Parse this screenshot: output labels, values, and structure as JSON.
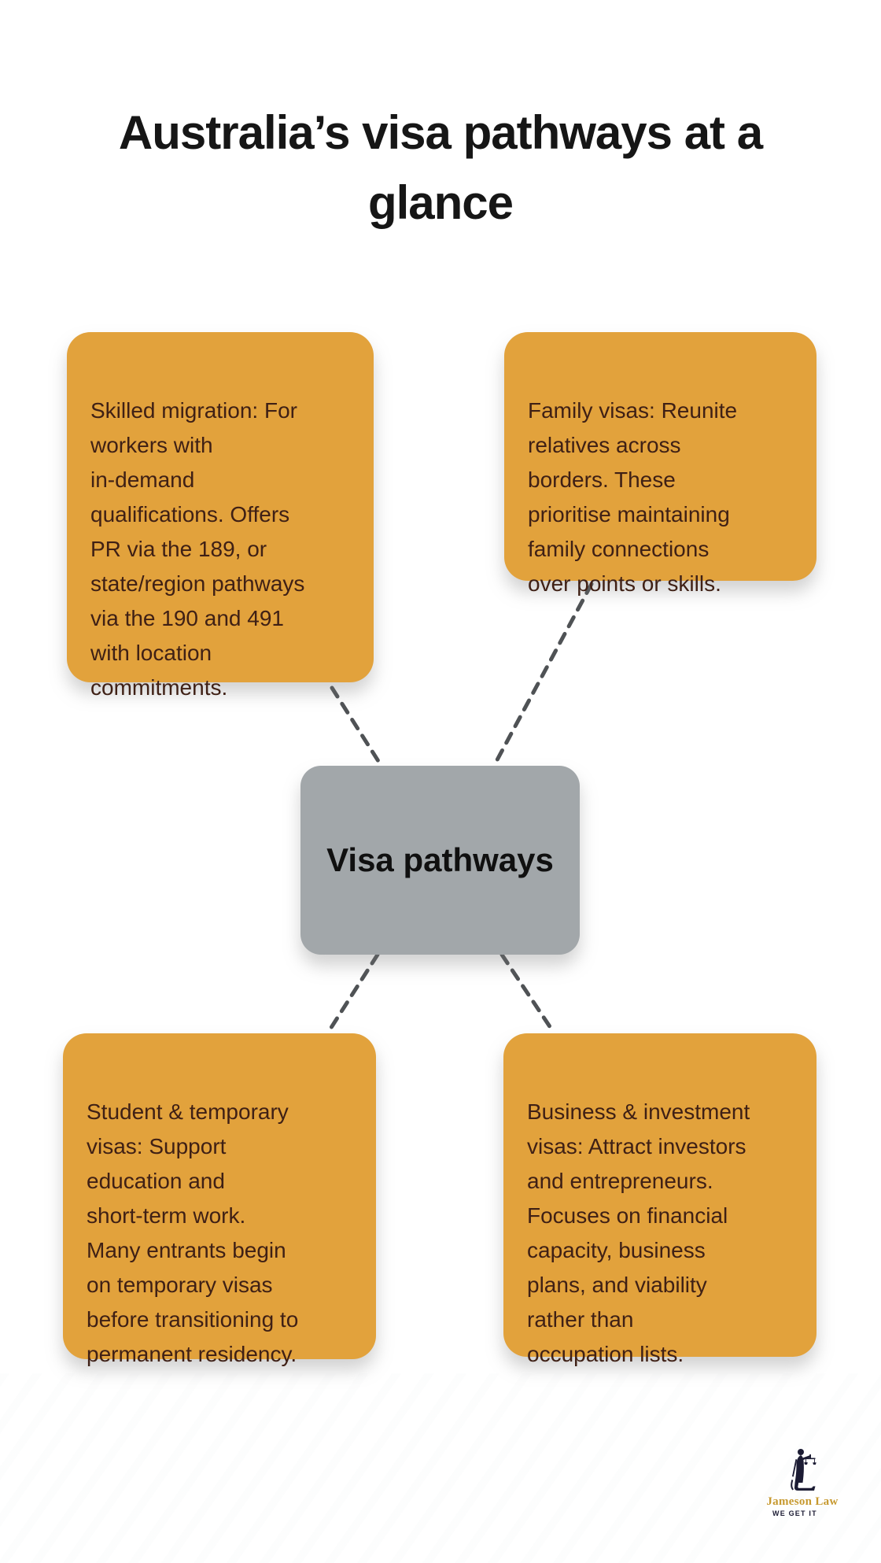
{
  "title": "Australia’s visa pathways at a\nglance",
  "center": {
    "label": "Visa pathways"
  },
  "cards": [
    {
      "id": "skilled-migration",
      "text": "Skilled migration: For\nworkers with\nin-demand\nqualifications. Offers\nPR via the 189, or\nstate/region pathways\nvia the 190 and 491\nwith location\ncommitments."
    },
    {
      "id": "family-visas",
      "text": "Family visas: Reunite\nrelatives across\nborders. These\nprioritise maintaining\nfamily connections\nover points or skills."
    },
    {
      "id": "student-temporary-visas",
      "text": "Student & temporary\nvisas: Support\neducation and\nshort-term work.\nMany entrants begin\non temporary visas\nbefore transitioning to\npermanent residency."
    },
    {
      "id": "business-investment-visas",
      "text": "Business & investment\nvisas: Attract investors\nand entrepreneurs.\nFocuses on financial\ncapacity, business\nplans, and viability\nrather than\noccupation lists."
    }
  ],
  "logo": {
    "name": "Jameson Law",
    "tagline": "WE GET IT"
  },
  "colors": {
    "node_fill": "#E2A23C",
    "node_ghost": "#EDB55C",
    "node_text": "#3F2015",
    "center_fill": "#A2A7AA",
    "center_ghost": "#B6BABD",
    "center_text": "#101010",
    "connector": "#4F5255",
    "logo_gold": "#C7992F",
    "logo_dark": "#1C1C34"
  }
}
